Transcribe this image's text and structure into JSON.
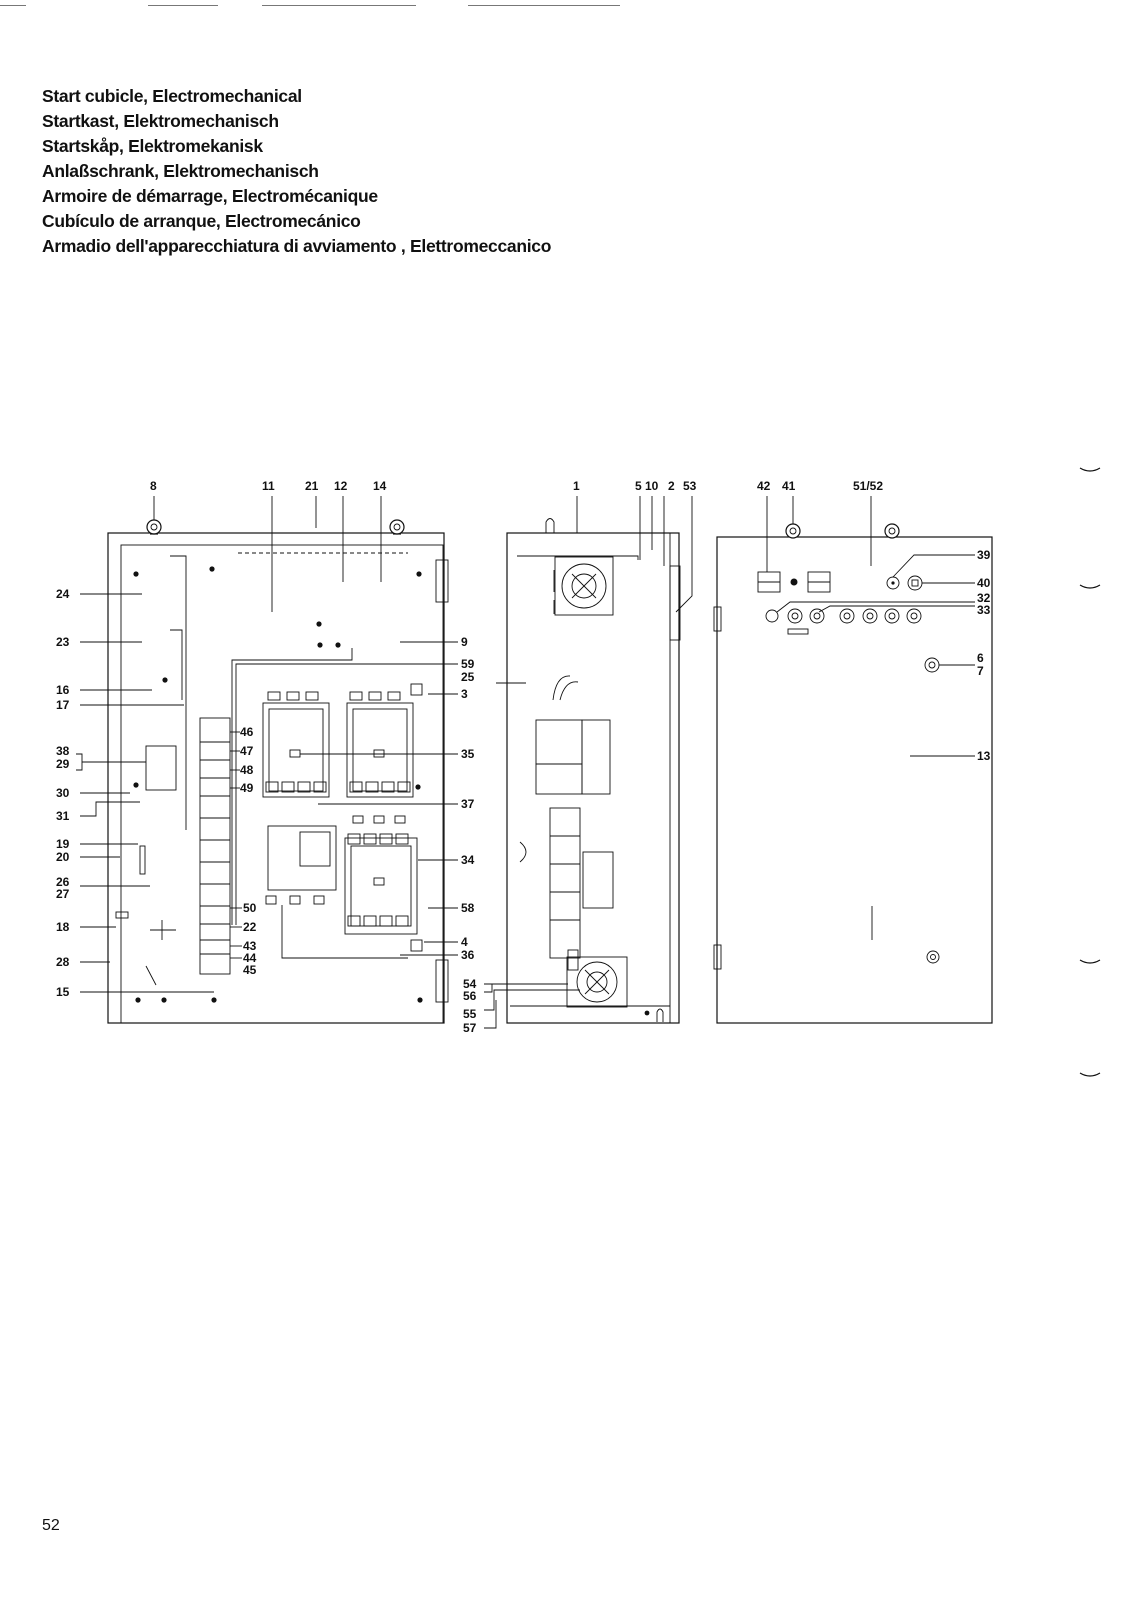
{
  "titles": [
    "Start cubicle, Electromechanical",
    "Startkast, Elektromechanisch",
    "Startskåp, Elektromekanisk",
    "Anlaßschrank, Elektromechanisch",
    "Armoire de démarrage, Electromécanique",
    "Cubículo de arranque, Electromecánico",
    "Armadio dell'apparecchiatura di avviamento , Elettromeccanico"
  ],
  "page_number": "52",
  "callouts": {
    "c8": "8",
    "c11": "11",
    "c21": "21",
    "c12": "12",
    "c14": "14",
    "c1": "1",
    "c5": "5",
    "c10": "10",
    "c2": "2",
    "c53": "53",
    "c42": "42",
    "c41": "41",
    "c5152": "51/52",
    "c24": "24",
    "c23": "23",
    "c16": "16",
    "c17": "17",
    "c38": "38",
    "c29": "29",
    "c30": "30",
    "c31": "31",
    "c19": "19",
    "c20": "20",
    "c26": "26",
    "c27": "27",
    "c18": "18",
    "c28": "28",
    "c15": "15",
    "c46": "46",
    "c47": "47",
    "c48": "48",
    "c49": "49",
    "c50": "50",
    "c22": "22",
    "c43": "43",
    "c44": "44",
    "c45": "45",
    "c9": "9",
    "c59": "59",
    "c25": "25",
    "c3": "3",
    "c35": "35",
    "c37": "37",
    "c34": "34",
    "c58": "58",
    "c4": "4",
    "c36": "36",
    "c54": "54",
    "c56": "56",
    "c55": "55",
    "c57": "57",
    "c39": "39",
    "c40": "40",
    "c32": "32",
    "c33": "33",
    "c6": "6",
    "c7": "7",
    "c13": "13"
  }
}
